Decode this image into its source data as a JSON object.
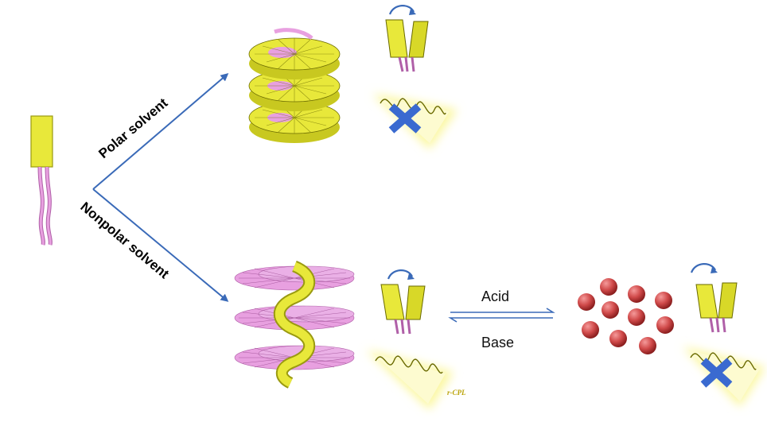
{
  "labels": {
    "polar": "Polar solvent",
    "nonpolar": "Nonpolar solvent",
    "acid": "Acid",
    "base": "Base",
    "cpl": "r-CPL"
  },
  "colors": {
    "yellow": "#e8e83a",
    "yellow_dark": "#9a9a10",
    "pink": "#e8a0e0",
    "pink_dark": "#b060a8",
    "arrow_blue": "#3a6ab8",
    "cross_blue": "#3a6ad0",
    "glow": "#fbf7a0",
    "sphere": "#d04a4a",
    "sphere_dark": "#8a1e1e"
  }
}
